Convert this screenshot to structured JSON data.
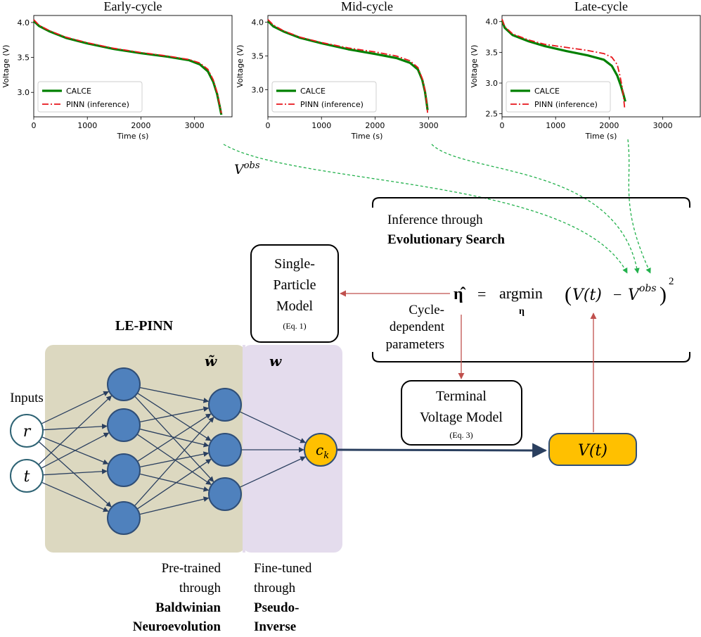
{
  "chart_data": [
    {
      "type": "line",
      "title": "Early-cycle",
      "xlabel": "Time (s)",
      "ylabel": "Voltage (V)",
      "xlim": [
        0,
        3700
      ],
      "ylim": [
        2.65,
        4.1
      ],
      "xticks": [
        "0",
        "1000",
        "2000",
        "3000"
      ],
      "yticks": [
        "3.0",
        "3.5",
        "4.0"
      ],
      "legend_position": "bottom-left",
      "series": [
        {
          "name": "CALCE",
          "color": "#008000",
          "x": [
            0,
            100,
            300,
            600,
            1000,
            1500,
            2000,
            2500,
            2900,
            3100,
            3250,
            3350,
            3420,
            3470,
            3500
          ],
          "y": [
            4.02,
            3.95,
            3.87,
            3.78,
            3.7,
            3.62,
            3.56,
            3.51,
            3.46,
            3.4,
            3.3,
            3.15,
            2.98,
            2.8,
            2.68
          ]
        },
        {
          "name": "PINN (inference)",
          "color": "#e8161b",
          "x": [
            0,
            100,
            300,
            600,
            1000,
            1500,
            2000,
            2500,
            2900,
            3100,
            3250,
            3350,
            3420,
            3470,
            3500
          ],
          "y": [
            4.04,
            3.96,
            3.88,
            3.79,
            3.71,
            3.63,
            3.57,
            3.52,
            3.47,
            3.42,
            3.33,
            3.18,
            3.0,
            2.82,
            2.7
          ]
        }
      ]
    },
    {
      "type": "line",
      "title": "Mid-cycle",
      "xlabel": "Time (s)",
      "ylabel": "Voltage (V)",
      "xlim": [
        0,
        3700
      ],
      "ylim": [
        2.6,
        4.1
      ],
      "xticks": [
        "0",
        "1000",
        "2000",
        "3000"
      ],
      "yticks": [
        "3.0",
        "3.5",
        "4.0"
      ],
      "legend_position": "bottom-left",
      "series": [
        {
          "name": "CALCE",
          "color": "#008000",
          "x": [
            0,
            100,
            300,
            600,
            1000,
            1500,
            2000,
            2400,
            2650,
            2800,
            2880,
            2930,
            2960,
            2980
          ],
          "y": [
            4.02,
            3.94,
            3.86,
            3.77,
            3.69,
            3.6,
            3.53,
            3.47,
            3.4,
            3.3,
            3.15,
            2.98,
            2.82,
            2.7
          ]
        },
        {
          "name": "PINN (inference)",
          "color": "#e8161b",
          "x": [
            0,
            100,
            300,
            600,
            1000,
            1500,
            2000,
            2400,
            2650,
            2800,
            2880,
            2930,
            2960,
            2980
          ],
          "y": [
            4.04,
            3.96,
            3.87,
            3.78,
            3.7,
            3.62,
            3.56,
            3.5,
            3.43,
            3.33,
            3.17,
            3.0,
            2.83,
            2.66
          ]
        }
      ]
    },
    {
      "type": "line",
      "title": "Late-cycle",
      "xlabel": "Time (s)",
      "ylabel": "Voltage (V)",
      "xlim": [
        0,
        3700
      ],
      "ylim": [
        2.45,
        4.1
      ],
      "xticks": [
        "0",
        "1000",
        "2000",
        "3000"
      ],
      "yticks": [
        "2.5",
        "3.0",
        "3.5",
        "4.0"
      ],
      "legend_position": "bottom-left",
      "series": [
        {
          "name": "CALCE",
          "color": "#008000",
          "x": [
            0,
            50,
            200,
            500,
            800,
            1200,
            1600,
            1900,
            2050,
            2150,
            2220,
            2270,
            2300
          ],
          "y": [
            4.02,
            3.9,
            3.78,
            3.68,
            3.6,
            3.52,
            3.45,
            3.38,
            3.28,
            3.12,
            2.95,
            2.8,
            2.7
          ]
        },
        {
          "name": "PINN (inference)",
          "color": "#e8161b",
          "x": [
            0,
            50,
            200,
            500,
            800,
            1200,
            1600,
            1900,
            2050,
            2150,
            2200,
            2240,
            2270,
            2290
          ],
          "y": [
            4.04,
            3.92,
            3.8,
            3.7,
            3.63,
            3.58,
            3.53,
            3.48,
            3.42,
            3.3,
            3.12,
            2.95,
            2.75,
            2.58
          ]
        }
      ]
    }
  ],
  "diagram": {
    "vobs": {
      "base": "V",
      "sup": "obs"
    },
    "inference_line1": "Inference through",
    "inference_line2": "Evolutionary Search",
    "spm_l1": "Single-",
    "spm_l2": "Particle",
    "spm_l3": "Model",
    "spm_eq": "(Eq. 1)",
    "eq_eta": "η̂",
    "eq_equals": "=",
    "eq_argmin": "argmin",
    "eq_sub": "η",
    "eq_open": "(",
    "eq_vt": "V(t)",
    "eq_minus": "−",
    "eq_v": "V",
    "eq_obs": "obs",
    "eq_close": ")",
    "eq_sq": "2",
    "cycle_l1": "Cycle-",
    "cycle_l2": "dependent",
    "cycle_l3": "parameters",
    "lepinn": "LE-PINN",
    "w_tilde": "w̃",
    "w": "w",
    "inputs": "Inputs",
    "input_r": "r",
    "input_t": "t",
    "ck_base": "c",
    "ck_sub": "k",
    "tvm_l1": "Terminal",
    "tvm_l2": "Voltage Model",
    "tvm_eq": "(Eq. 3)",
    "vt": "V(t)",
    "pre_l1": "Pre-trained",
    "pre_l2": "through",
    "pre_l3": "Baldwinian",
    "pre_l4": "Neuroevolution",
    "fine_l1": "Fine-tuned",
    "fine_l2": "through",
    "fine_l3": "Pseudo-",
    "fine_l4": "Inverse"
  },
  "colors": {
    "calce": "#008000",
    "pinn": "#e8161b",
    "net_bg": "#dcd8c0",
    "fine_bg": "#e4dced",
    "node_fill": "#4f81bd",
    "node_stroke": "#2f4e77",
    "output_fill": "#ffc000",
    "input_stroke": "#2e6374",
    "edge": "#2a3f5f",
    "red_arrow": "#c0504d",
    "green_dash": "#22b14c"
  }
}
